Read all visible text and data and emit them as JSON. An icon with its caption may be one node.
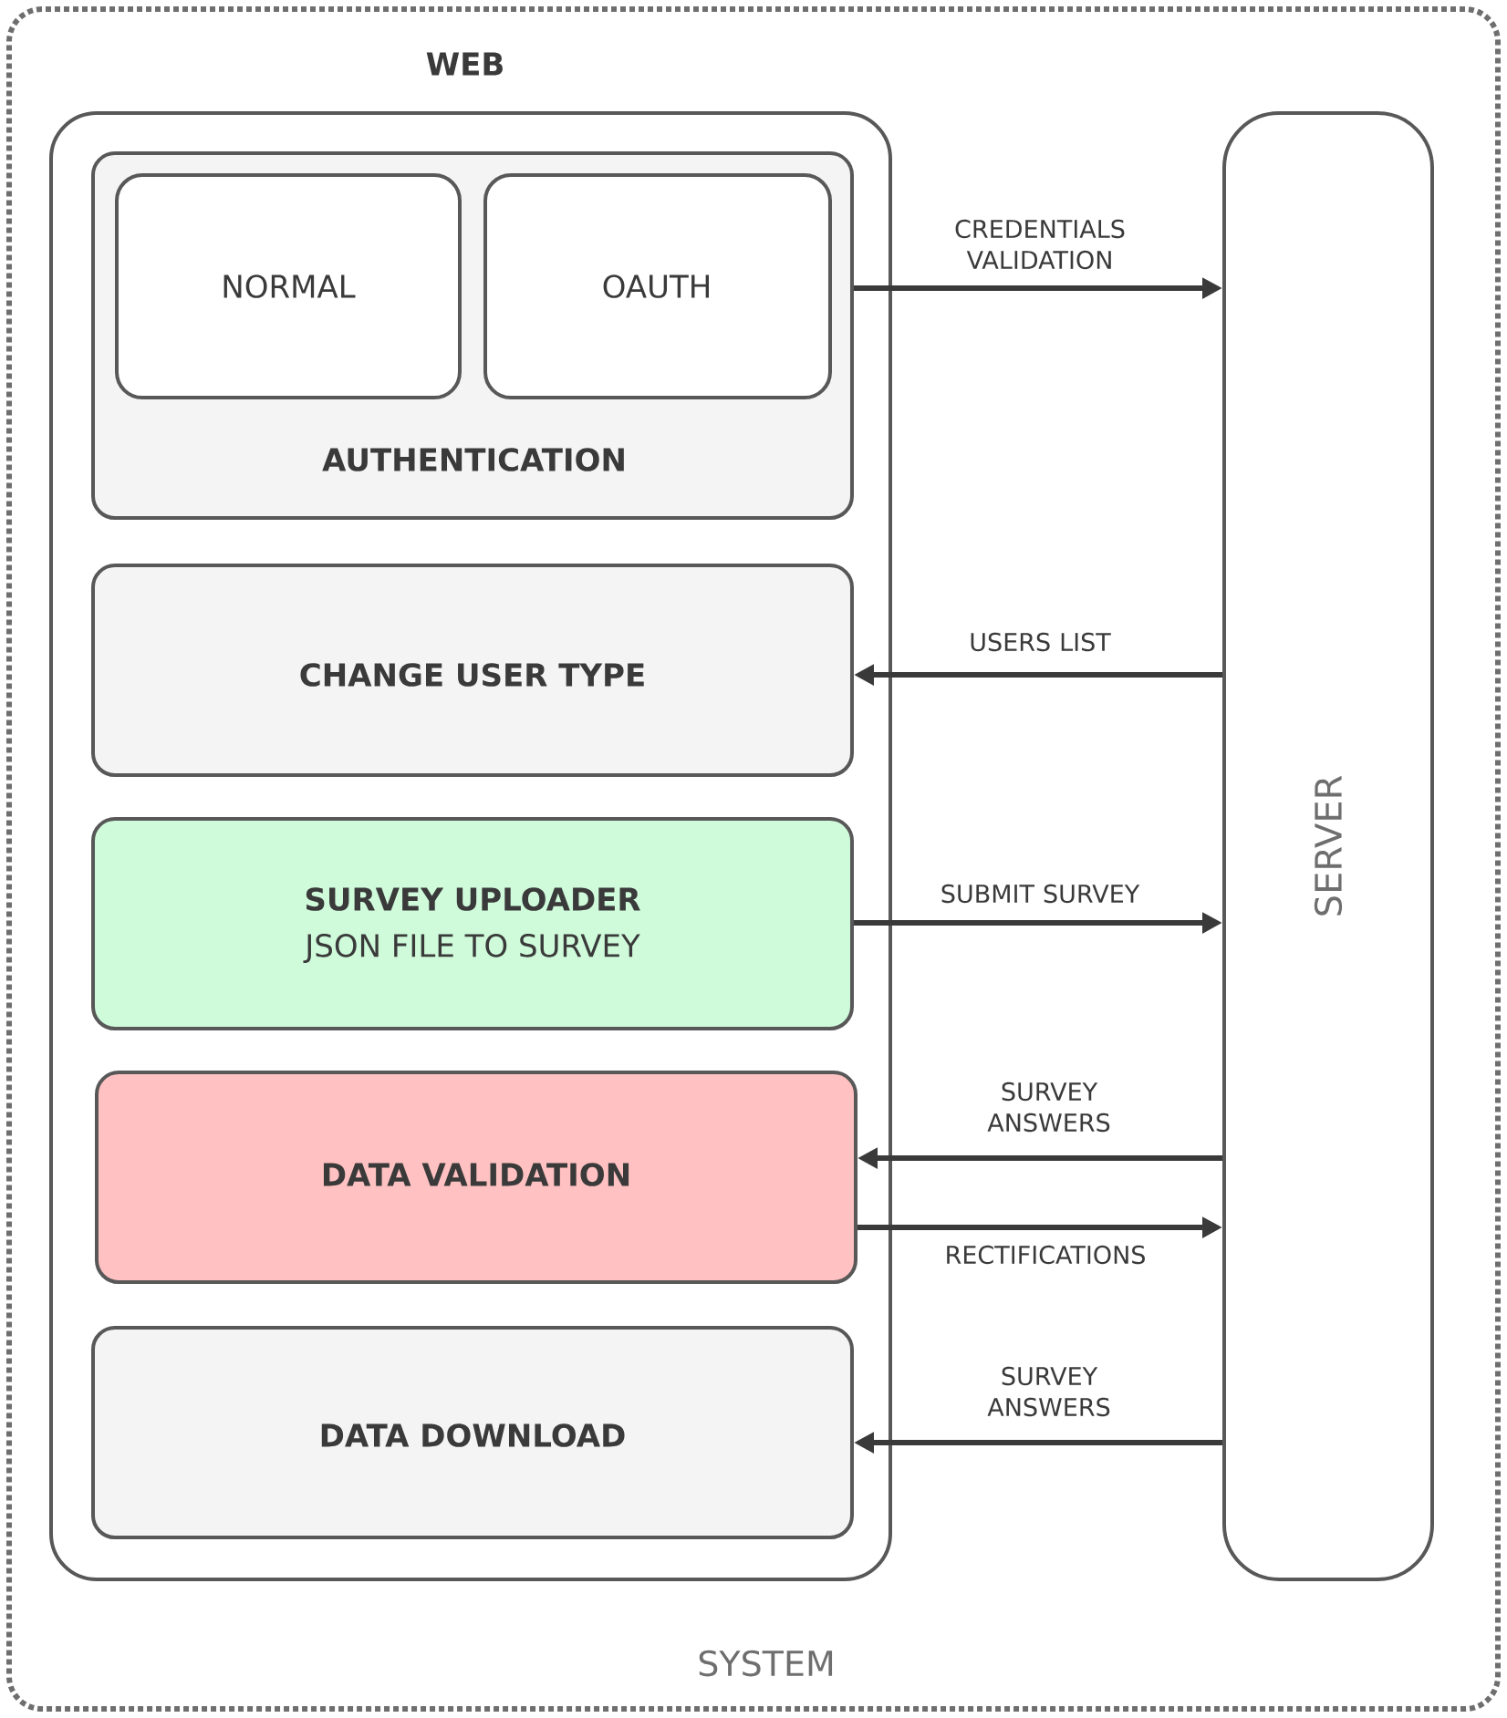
{
  "diagram": {
    "nodes": [
      {
        "text": [
          "SYSTEM"
        ]
      },
      {
        "text": [
          "WEB"
        ],
        "in": 0
      },
      {
        "text": [
          "AUTHENTICATION"
        ],
        "in": 1
      },
      {
        "text": [
          "NORMAL"
        ],
        "in": 2
      },
      {
        "text": [
          "OAUTH"
        ],
        "in": 2
      },
      {
        "text": [
          "CHANGE USER TYPE"
        ],
        "in": 1
      },
      {
        "text": [
          "SURVEY UPLOADER",
          "JSON FILE TO SURVEY"
        ],
        "in": 1
      },
      {
        "text": [
          "DATA VALIDATION"
        ],
        "in": 1
      },
      {
        "text": [
          "DATA DOWNLOAD"
        ],
        "in": 1
      },
      {
        "text": [
          "SERVER"
        ],
        "in": 0
      }
    ],
    "edges": [
      {
        "from": 2,
        "to": 9,
        "arrow": "to",
        "label": "CREDENTIALS VALIDATION"
      },
      {
        "from": 9,
        "to": 5,
        "arrow": "to",
        "label": "USERS LIST"
      },
      {
        "from": 6,
        "to": 9,
        "arrow": "to",
        "label": "SUBMIT SURVEY"
      },
      {
        "from": 9,
        "to": 7,
        "arrow": "to",
        "label": "SURVEY ANSWERS"
      },
      {
        "from": 7,
        "to": 9,
        "arrow": "to",
        "label": "RECTIFICATIONS"
      },
      {
        "from": 9,
        "to": 8,
        "arrow": "to",
        "label": "SURVEY ANSWERS"
      }
    ]
  }
}
